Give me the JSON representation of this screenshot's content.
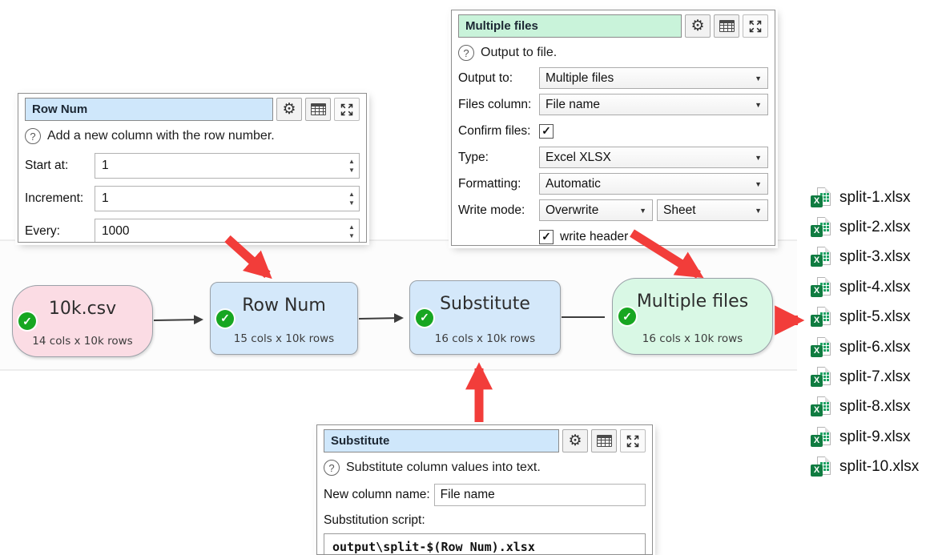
{
  "colors": {
    "node_pink": "#fbdce4",
    "node_blue": "#d4e8fa",
    "node_green": "#d9f8e5",
    "title_blue": "#cfe7fb",
    "title_green": "#c9f3da",
    "status_green": "#17a621",
    "callout_red": "#f23d3a"
  },
  "icons": {
    "gear": "⚙",
    "question": "?",
    "caret": "▼",
    "check": "✓",
    "spin_up": "▲",
    "spin_down": "▼"
  },
  "panels": {
    "row_num": {
      "title": "Row Num",
      "help": "Add a new column with the row number.",
      "fields": [
        {
          "label": "Start at:",
          "value": "1"
        },
        {
          "label": "Increment:",
          "value": "1"
        },
        {
          "label": "Every:",
          "value": "1000"
        }
      ]
    },
    "multiple_files": {
      "title": "Multiple files",
      "help": "Output to file.",
      "output_to": {
        "label": "Output to:",
        "value": "Multiple files"
      },
      "files_column": {
        "label": "Files column:",
        "value": "File name"
      },
      "confirm_files": {
        "label": "Confirm files:"
      },
      "type": {
        "label": "Type:",
        "value": "Excel XLSX"
      },
      "formatting": {
        "label": "Formatting:",
        "value": "Automatic"
      },
      "write_mode": {
        "label": "Write mode:",
        "value": "Overwrite",
        "value2": "Sheet"
      },
      "write_header": {
        "label": "write header"
      }
    },
    "substitute": {
      "title": "Substitute",
      "help": "Substitute column values into text.",
      "new_column_name": {
        "label": "New column name:",
        "value": "File name"
      },
      "script_label": "Substitution script:",
      "script": "output\\split-$(Row Num).xlsx"
    }
  },
  "nodes": [
    {
      "title": "10k.csv",
      "sub": "14 cols x 10k rows"
    },
    {
      "title": "Row Num",
      "sub": "15 cols x 10k rows"
    },
    {
      "title": "Substitute",
      "sub": "16 cols x 10k rows"
    },
    {
      "title": "Multiple files",
      "sub": "16 cols x 10k rows"
    }
  ],
  "files": [
    "split-1.xlsx",
    "split-2.xlsx",
    "split-3.xlsx",
    "split-4.xlsx",
    "split-5.xlsx",
    "split-6.xlsx",
    "split-7.xlsx",
    "split-8.xlsx",
    "split-9.xlsx",
    "split-10.xlsx"
  ]
}
